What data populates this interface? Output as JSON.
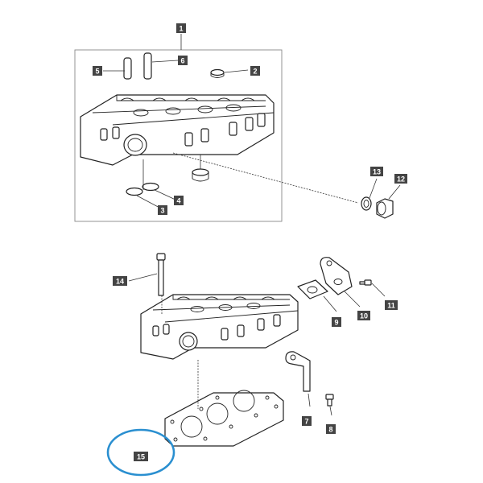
{
  "callouts": [
    {
      "id": "c1",
      "label": "1"
    },
    {
      "id": "c2",
      "label": "2"
    },
    {
      "id": "c3",
      "label": "3"
    },
    {
      "id": "c4",
      "label": "4"
    },
    {
      "id": "c5",
      "label": "5"
    },
    {
      "id": "c6",
      "label": "6"
    },
    {
      "id": "c7",
      "label": "7"
    },
    {
      "id": "c8",
      "label": "8"
    },
    {
      "id": "c9",
      "label": "9"
    },
    {
      "id": "c10",
      "label": "10"
    },
    {
      "id": "c11",
      "label": "11"
    },
    {
      "id": "c12",
      "label": "12"
    },
    {
      "id": "c13",
      "label": "13"
    },
    {
      "id": "c14",
      "label": "14"
    },
    {
      "id": "c15",
      "label": "15"
    }
  ],
  "colors": {
    "tag_background": "#444444",
    "tag_text": "#ffffff",
    "highlight_ring": "#2a8fd0",
    "line_art": "#222222"
  }
}
